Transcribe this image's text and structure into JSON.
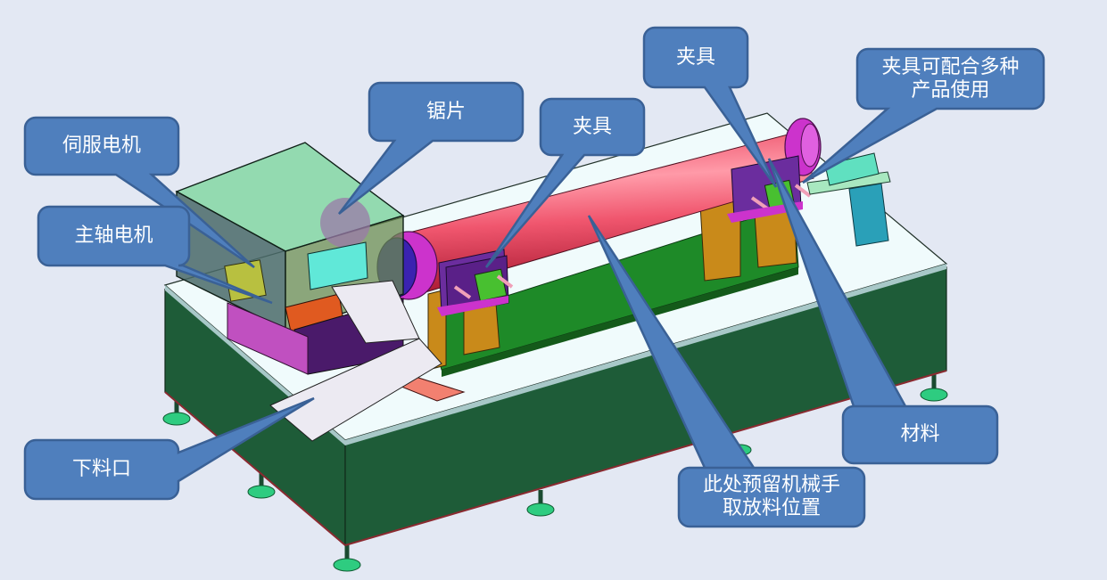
{
  "diagram": {
    "subject": "tube cutting machine 3D model",
    "colors": {
      "background": "#e3e8f3",
      "callout_fill": "#4f7fbd",
      "callout_stroke": "#3a6196",
      "callout_text": "#ffffff",
      "base_cabinet": "#1e5c38",
      "table_top": "#f0fbfc",
      "tube_material": "#f0566e",
      "chuck": "#cc33cc",
      "saw_guard": "#8ad8a8",
      "clamp_plate": "#6b2d9e",
      "support_leg": "#c98a1a",
      "inner_floor": "#1e8a28",
      "chute": "#eceaf2",
      "drop_zone": "#f28070",
      "foot_pads": "#2ecc80"
    }
  },
  "callouts": [
    {
      "id": "servo-motor",
      "text": "伺服电机"
    },
    {
      "id": "spindle-motor",
      "text": "主轴电机"
    },
    {
      "id": "saw-blade",
      "text": "锯片"
    },
    {
      "id": "fixture-center",
      "text": "夹具"
    },
    {
      "id": "fixture-right",
      "text": "夹具"
    },
    {
      "id": "fixture-multi",
      "lines": [
        "夹具可配合多种",
        "产品使用"
      ]
    },
    {
      "id": "material",
      "text": "材料"
    },
    {
      "id": "unload-port",
      "text": "下料口"
    },
    {
      "id": "robot-position",
      "lines": [
        "此处预留机械手",
        "取放料位置"
      ]
    }
  ]
}
